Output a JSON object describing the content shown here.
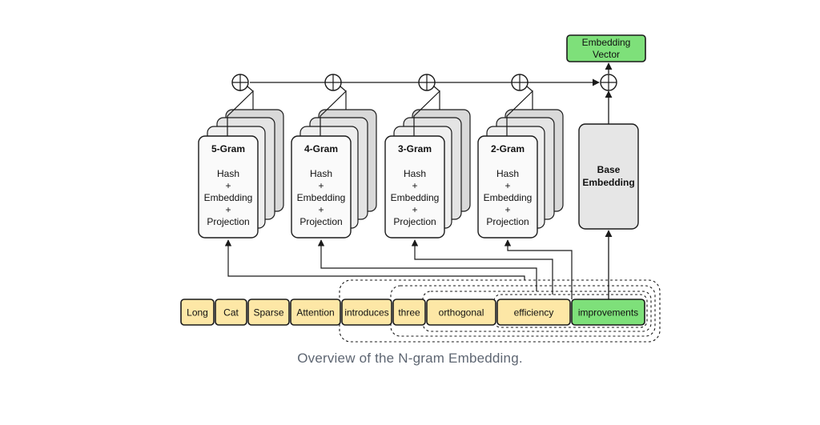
{
  "output": {
    "label_line1": "Embedding",
    "label_line2": "Vector",
    "fill_color": "#7ee07a"
  },
  "ngram_blocks": [
    {
      "title": "5-Gram",
      "line1": "Hash",
      "line2": "+",
      "line3": "Embedding",
      "line4": "+",
      "line5": "Projection"
    },
    {
      "title": "4-Gram",
      "line1": "Hash",
      "line2": "+",
      "line3": "Embedding",
      "line4": "+",
      "line5": "Projection"
    },
    {
      "title": "3-Gram",
      "line1": "Hash",
      "line2": "+",
      "line3": "Embedding",
      "line4": "+",
      "line5": "Projection"
    },
    {
      "title": "2-Gram",
      "line1": "Hash",
      "line2": "+",
      "line3": "Embedding",
      "line4": "+",
      "line5": "Projection"
    }
  ],
  "base_embedding": {
    "line1": "Base",
    "line2": "Embedding",
    "fill_color": "#e6e6e6"
  },
  "tokens": [
    {
      "text": "Long",
      "highlight": false
    },
    {
      "text": "Cat",
      "highlight": false
    },
    {
      "text": "Sparse",
      "highlight": false
    },
    {
      "text": "Attention",
      "highlight": false
    },
    {
      "text": "introduces",
      "highlight": false
    },
    {
      "text": "three",
      "highlight": false
    },
    {
      "text": "orthogonal",
      "highlight": false
    },
    {
      "text": "efficiency",
      "highlight": false
    },
    {
      "text": "improvements",
      "highlight": true
    }
  ],
  "colors": {
    "token_fill": "#fde7a6",
    "token_highlight": "#7ee07a",
    "stroke": "#1a1a1a",
    "stack_shade": "#d9d9d9"
  },
  "caption": "Overview of the N-gram Embedding."
}
